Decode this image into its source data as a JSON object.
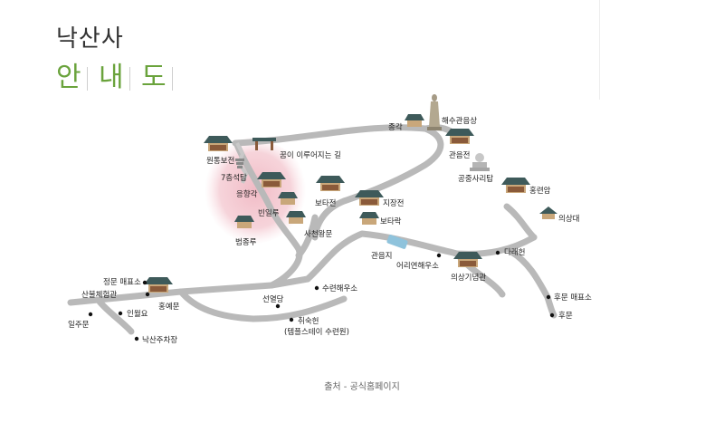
{
  "header": {
    "title": "낙산사",
    "subtitle_chars": [
      "안",
      "내",
      "도"
    ]
  },
  "map": {
    "labels": {
      "wontongbojeon": "원통보전",
      "dream_path": "꿈이 이루어지는 길",
      "pagoda": "7층석탑",
      "eungyanggak": "응향각",
      "binilru": "빈일루",
      "beomjongru": "범종루",
      "botajeon": "보타전",
      "sacheonwangmun": "사천왕문",
      "jongak": "종각",
      "haesu_statue": "해수관음상",
      "gwaneumjeon": "관음전",
      "gongjung_tower": "공중사리탑",
      "hongryeonam": "홍련암",
      "uisangdae": "의상대",
      "jijangjeon": "지장전",
      "botarak": "보타락",
      "gwaneumji": "관음지",
      "eoriyeon": "어리연해우소",
      "uisang_memorial": "의상기념관",
      "darae": "다래헌",
      "rear_ticket": "후문 매표소",
      "rear_gate": "후문",
      "main_ticket": "정문 매표소",
      "templestay_hall": "산불체험관",
      "hongyemun": "홍예문",
      "inwolyo": "인월요",
      "iljumun": "일주문",
      "parking": "낙산주차장",
      "seonyeoldang": "선열당",
      "suryeon_restroom": "수련해우소",
      "chwisukheon": "취숙헌",
      "templestay": "(템플스테이 수련원)"
    },
    "colors": {
      "road": "#b9b9b9",
      "highlight": "#f3c8cf",
      "roof": "#3e5a5a",
      "title_green": "#6aa33c"
    }
  },
  "footer": {
    "source": "출처 - 공식홈페이지"
  }
}
